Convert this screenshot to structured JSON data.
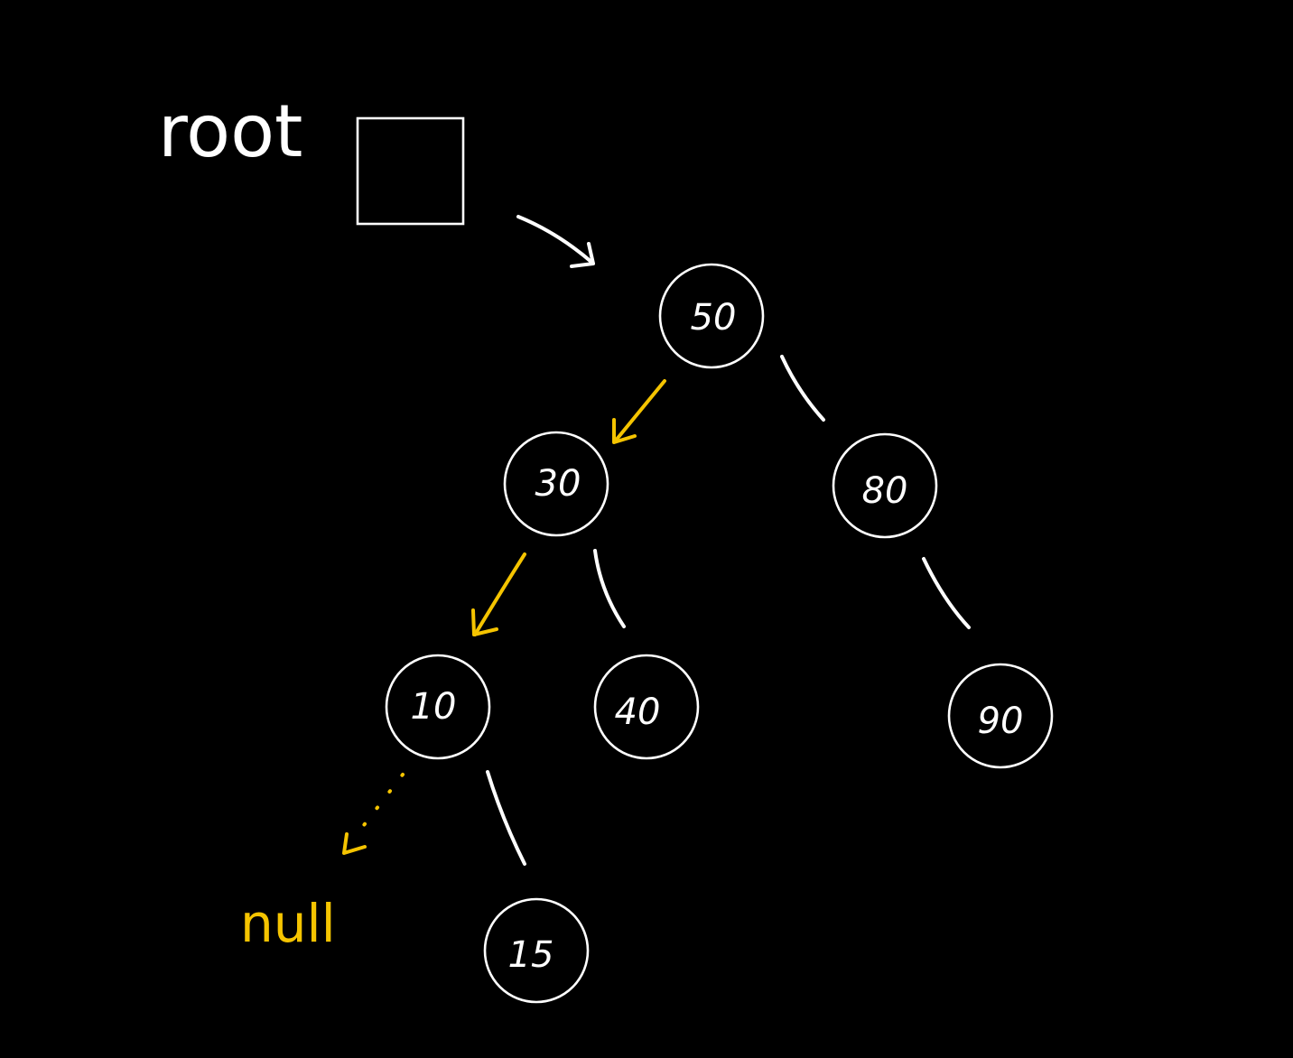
{
  "diagram": {
    "root_label": "root",
    "null_label": "null",
    "nodes": [
      {
        "id": "n50",
        "label": "50"
      },
      {
        "id": "n30",
        "label": "30"
      },
      {
        "id": "n80",
        "label": "80"
      },
      {
        "id": "n10",
        "label": "10"
      },
      {
        "id": "n40",
        "label": "40"
      },
      {
        "id": "n90",
        "label": "90"
      },
      {
        "id": "n15",
        "label": "15"
      }
    ],
    "edges": [
      {
        "from": "root",
        "to": "50",
        "style": "arrow",
        "color": "#ffffff"
      },
      {
        "from": "50",
        "to": "30",
        "style": "arrow",
        "color": "#f5c400"
      },
      {
        "from": "50",
        "to": "80",
        "style": "line",
        "color": "#ffffff"
      },
      {
        "from": "30",
        "to": "10",
        "style": "arrow",
        "color": "#f5c400"
      },
      {
        "from": "30",
        "to": "40",
        "style": "line",
        "color": "#ffffff"
      },
      {
        "from": "80",
        "to": "90",
        "style": "line",
        "color": "#ffffff"
      },
      {
        "from": "10",
        "to": "null",
        "style": "dotted-arrow",
        "color": "#f5c400"
      },
      {
        "from": "10",
        "to": "15",
        "style": "line",
        "color": "#ffffff"
      }
    ],
    "colors": {
      "background": "#000000",
      "stroke": "#ffffff",
      "highlight": "#f5c400"
    }
  }
}
